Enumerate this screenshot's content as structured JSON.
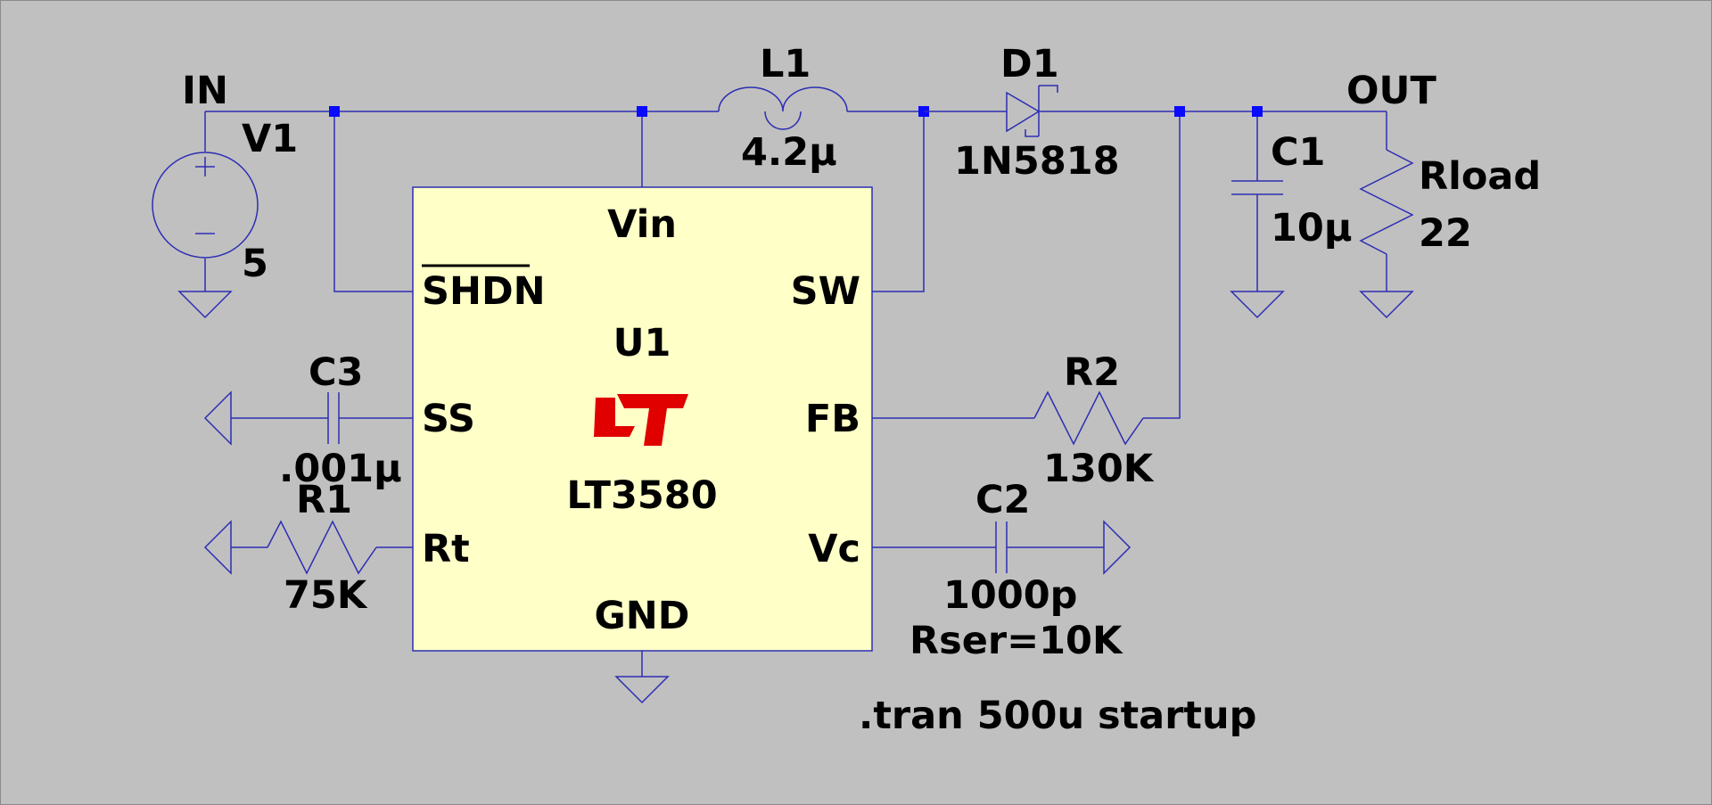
{
  "nets": {
    "in": "IN",
    "out": "OUT"
  },
  "components": {
    "v1": {
      "ref": "V1",
      "value": "5"
    },
    "l1": {
      "ref": "L1",
      "value": "4.2µ"
    },
    "d1": {
      "ref": "D1",
      "value": "1N5818"
    },
    "c1": {
      "ref": "C1",
      "value": "10µ"
    },
    "rload": {
      "ref": "Rload",
      "value": "22"
    },
    "c3": {
      "ref": "C3",
      "value": ".001µ"
    },
    "r1": {
      "ref": "R1",
      "value": "75K"
    },
    "r2": {
      "ref": "R2",
      "value": "130K"
    },
    "c2": {
      "ref": "C2",
      "value": "1000p",
      "extra": "Rser=10K"
    },
    "u1": {
      "ref": "U1",
      "part": "LT3580",
      "pins": {
        "vin": "Vin",
        "shdn": "SHDN",
        "sw": "SW",
        "ss": "SS",
        "fb": "FB",
        "rt": "Rt",
        "vc": "Vc",
        "gnd": "GND"
      }
    }
  },
  "directive": ".tran 500u startup",
  "colors": {
    "background": "#c0c0c0",
    "wire": "#2d2db4",
    "junction": "#0a0aff",
    "ic_fill": "#ffffc8",
    "logo": "#e00000"
  },
  "icons": {
    "logo": "linear-technology-logo"
  }
}
